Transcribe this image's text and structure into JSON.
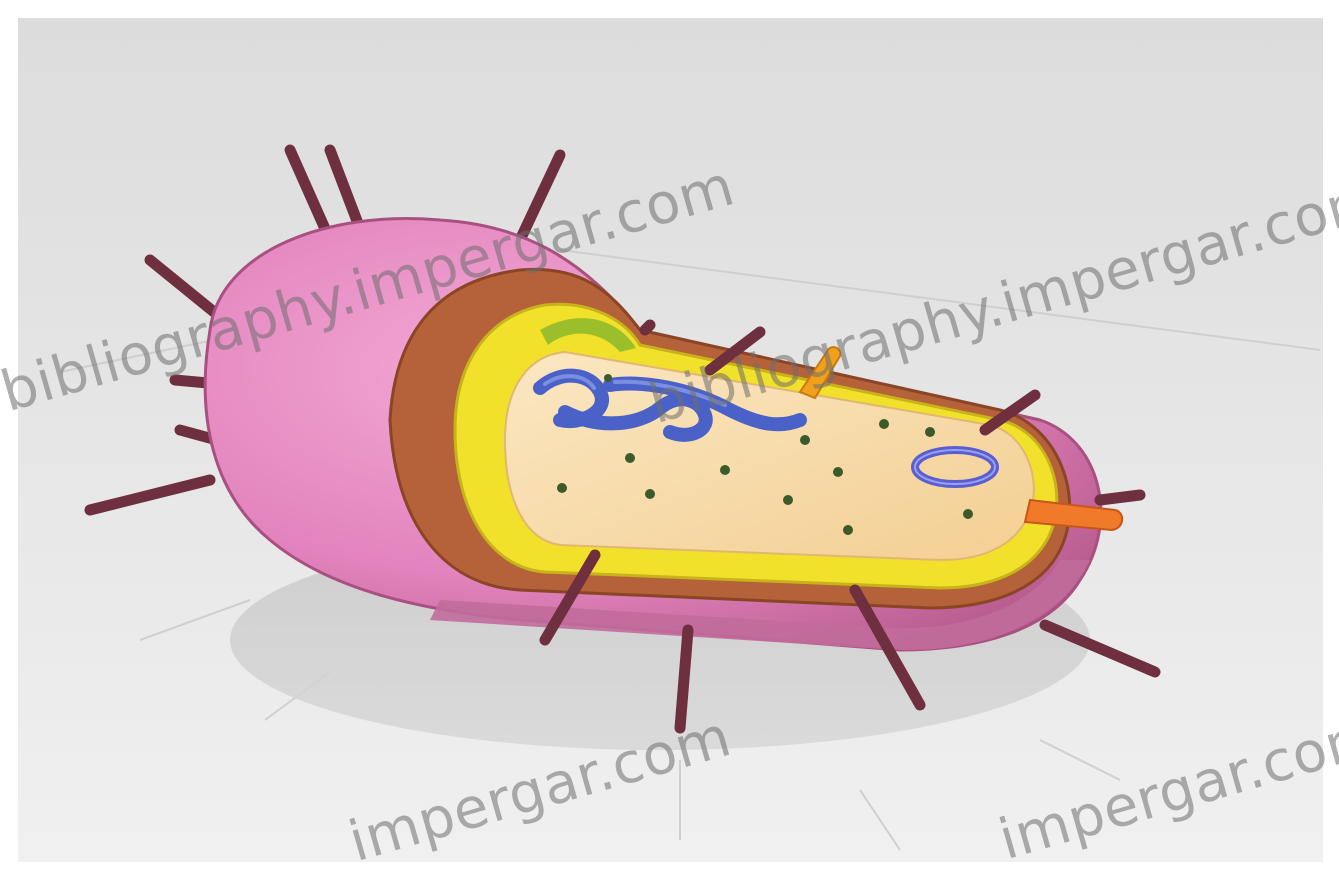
{
  "image": {
    "subject": "3D bacterial cell model",
    "colors": {
      "background": "#e4e4e4",
      "capsule": "#e78fc3",
      "cell_wall": "#b5623a",
      "membrane": "#f2e12b",
      "cytoplasm": "#f6d9a6",
      "pili": "#6e2f3e",
      "nucleoid": "#4a62c8",
      "plasmid": "#5a5fd0",
      "flagellum": "#f07a2a"
    }
  },
  "watermarks": [
    "bibliography.impergar.com",
    "bibliography.impergar.com",
    "impergar.com",
    "impergar.com"
  ]
}
